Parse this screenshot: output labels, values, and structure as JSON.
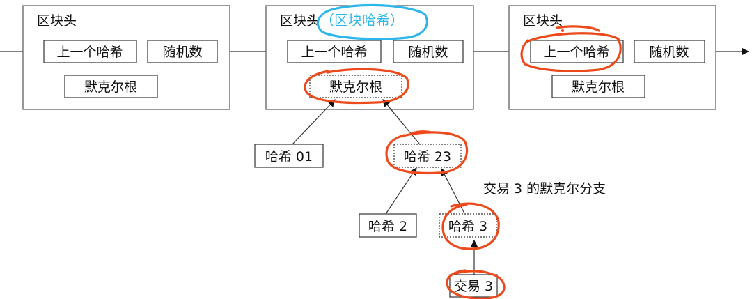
{
  "blocks": [
    {
      "header": "区块头",
      "prev_hash": "上一个哈希",
      "nonce": "随机数",
      "merkle_root": "默克尔根"
    },
    {
      "header": "区块头",
      "header_note": "（区块哈希）",
      "prev_hash": "上一个哈希",
      "nonce": "随机数",
      "merkle_root": "默克尔根"
    },
    {
      "header": "区块头",
      "prev_hash": "上一个哈希",
      "nonce": "随机数",
      "merkle_root": "默克尔根"
    }
  ],
  "tree": {
    "hash01": "哈希 01",
    "hash23": "哈希 23",
    "hash2": "哈希 2",
    "hash3": "哈希 3",
    "tx3": "交易 3"
  },
  "caption": "交易 3 的默克尔分支",
  "annotation_colors": {
    "highlight": "#ec4a1c",
    "block_hash_note": "#2cb6ea"
  }
}
